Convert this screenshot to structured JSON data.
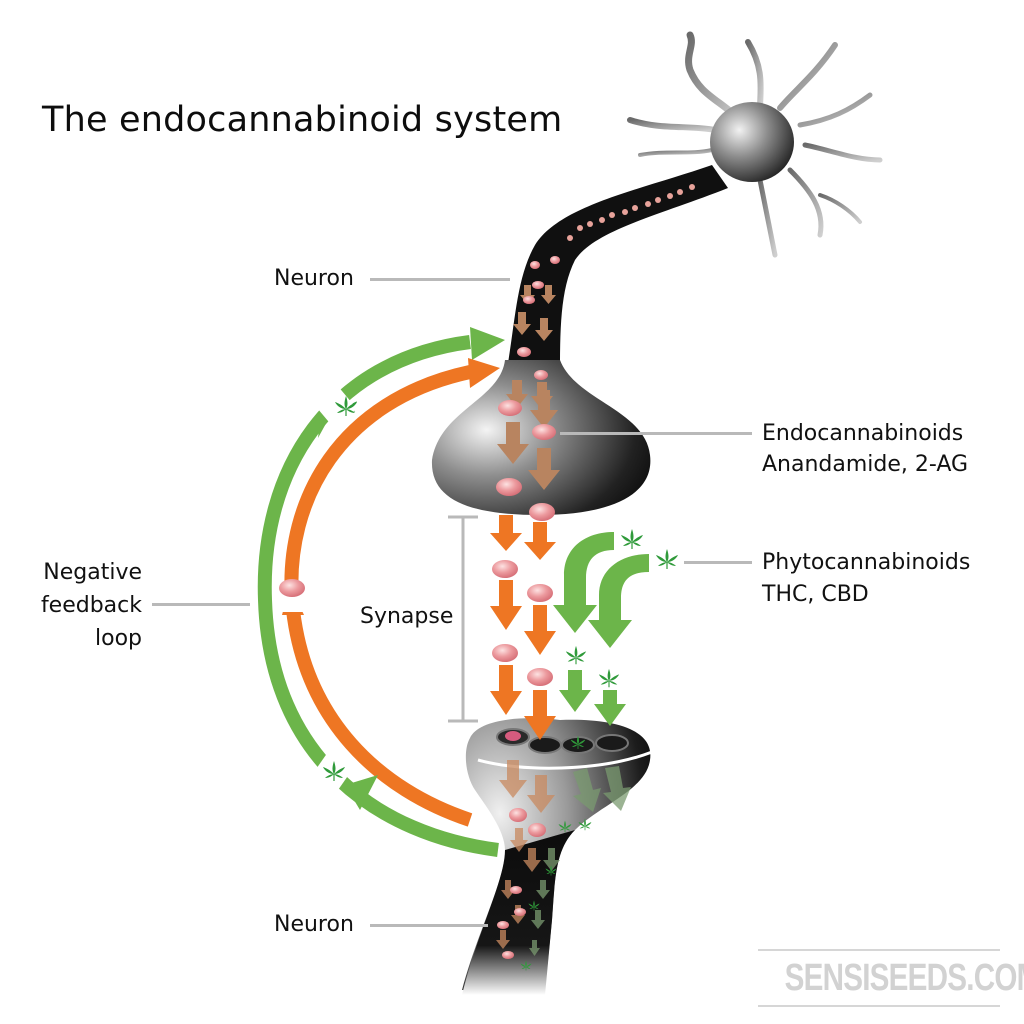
{
  "title": "The endocannabinoid system",
  "labels": {
    "neuron_top": "Neuron",
    "neuron_bottom": "Neuron",
    "endocannabinoids": "Endocannabinoids",
    "endocannabinoids_examples": "Anandamide, 2-AG",
    "phytocannabinoids": "Phytocannabinoids",
    "phytocannabinoids_examples": "THC, CBD",
    "feedback_line1": "Negative",
    "feedback_line2": "feedback",
    "feedback_line3": "loop",
    "synapse": "Synapse"
  },
  "watermark": "SENSISEEDS.COM",
  "colors": {
    "orange": "#ee7623",
    "green": "#6cb54a",
    "brown_arrow": "#b88460",
    "pink_molecule": "#e98a8f",
    "leaf": "#2f9a3a",
    "neuron_dark": "#121212",
    "leader_line": "#b9b9b9"
  }
}
